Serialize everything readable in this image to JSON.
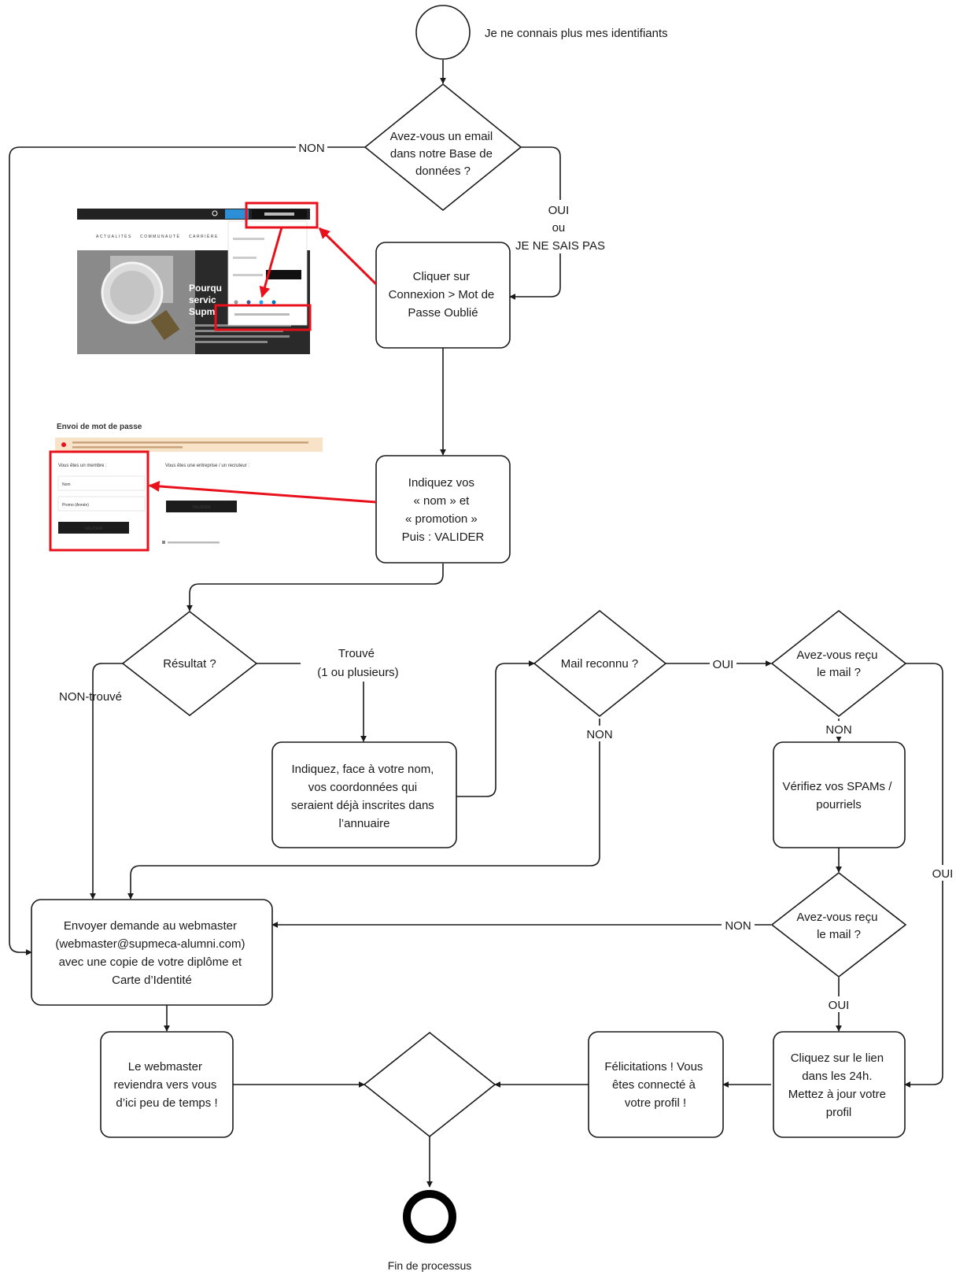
{
  "start": {
    "label": "Je ne connais plus mes identifiants"
  },
  "end": {
    "label": "Fin de processus"
  },
  "decisions": {
    "email": [
      "Avez-vous un email",
      "dans notre Base de",
      "données ?"
    ],
    "resultat": [
      "Résultat ?"
    ],
    "mail_reconnu": [
      "Mail reconnu ?"
    ],
    "recu1": [
      "Avez-vous reçu",
      "le mail ?"
    ],
    "recu2": [
      "Avez-vous reçu",
      "le mail ?"
    ]
  },
  "processes": {
    "connexion": [
      "Cliquer sur",
      "Connexion > Mot de",
      "Passe Oublié"
    ],
    "indiquez": [
      "Indiquez vos",
      "« nom » et",
      "« promotion »",
      "Puis : VALIDER"
    ],
    "coordonnees": [
      "Indiquez, face à votre nom,",
      "vos coordonnées qui",
      "seraient déjà inscrites dans",
      "l’annuaire"
    ],
    "spams": [
      "Vérifiez vos SPAMs /",
      "pourriels"
    ],
    "webmaster_demande": [
      "Envoyer demande au webmaster",
      "(webmaster@supmeca-alumni.com)",
      "avec une copie de votre diplôme et",
      "Carte d’Identité"
    ],
    "webmaster_reviendra": [
      "Le webmaster",
      "reviendra vers vous",
      "d’ici peu de temps !"
    ],
    "felicitations": [
      "Félicitations ! Vous",
      "êtes connecté à",
      "votre profil !"
    ],
    "cliquez_lien": [
      "Cliquez sur le lien",
      "dans les 24h.",
      "Mettez à jour votre",
      "profil"
    ]
  },
  "edge_labels": {
    "non_email": "NON",
    "oui_ou": [
      "OUI",
      "ou",
      "JE NE SAIS PAS"
    ],
    "non_trouve": "NON-trouvé",
    "trouve": [
      "Trouvé",
      "(1 ou plusieurs)"
    ],
    "oui_mail": "OUI",
    "non_mail": "NON",
    "non_recu1": "NON",
    "oui_recu1": "OUI",
    "non_recu2": "NON",
    "oui_recu2": "OUI"
  },
  "screenshots": {
    "website": {
      "nav_items": [
        "ACTUALITÉS",
        "COMMUNAUTÉ",
        "CARRIÈRE"
      ],
      "hero_text": [
        "Pourqu",
        "servic",
        "Supm"
      ]
    },
    "form": {
      "title": "Envoi de mot de passe",
      "member_label": "Vous êtes un membre :",
      "company_label": "Vous êtes une entreprise / un recruteur :",
      "field_nom": "Nom",
      "field_promo": "Promo (Année)",
      "validate_button": "VALIDER"
    }
  },
  "colors": {
    "highlight": "#e8101a",
    "stroke": "#1a1a1a"
  }
}
